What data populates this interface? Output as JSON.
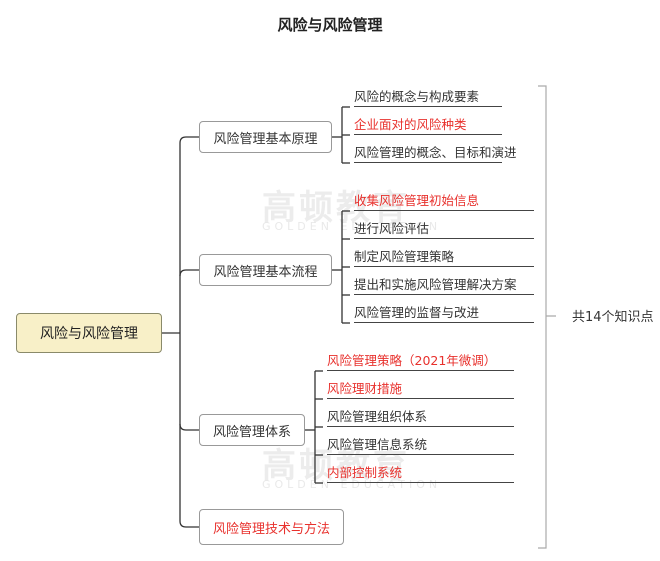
{
  "title": "风险与风险管理",
  "root": "风险与风险管理",
  "branches": [
    {
      "label": "风险管理基本原理",
      "red": false,
      "leaves": [
        {
          "text": "风险的概念与构成要素",
          "red": false
        },
        {
          "text": "企业面对的风险种类",
          "red": true
        },
        {
          "text": "风险管理的概念、目标和演进",
          "red": false
        }
      ]
    },
    {
      "label": "风险管理基本流程",
      "red": false,
      "leaves": [
        {
          "text": "收集风险管理初始信息",
          "red": true
        },
        {
          "text": "进行风险评估",
          "red": false
        },
        {
          "text": "制定风险管理策略",
          "red": false
        },
        {
          "text": "提出和实施风险管理解决方案",
          "red": false
        },
        {
          "text": "风险管理的监督与改进",
          "red": false
        }
      ]
    },
    {
      "label": "风险管理体系",
      "red": false,
      "leaves": [
        {
          "text": "风险管理策略（2021年微调）",
          "red": true
        },
        {
          "text": "风险理财措施",
          "red": true
        },
        {
          "text": "风险管理组织体系",
          "red": false
        },
        {
          "text": "风险管理信息系统",
          "red": false
        },
        {
          "text": "内部控制系统",
          "red": true
        }
      ]
    },
    {
      "label": "风险管理技术与方法",
      "red": true,
      "leaves": []
    }
  ],
  "summary": "共14个知识点",
  "watermark": {
    "text": "高顿教育",
    "sub": "GOLDEN EDUCATION"
  },
  "colors": {
    "highlight": "#e8312d",
    "root_fill": "#f8f0c8",
    "line": "#333333"
  }
}
